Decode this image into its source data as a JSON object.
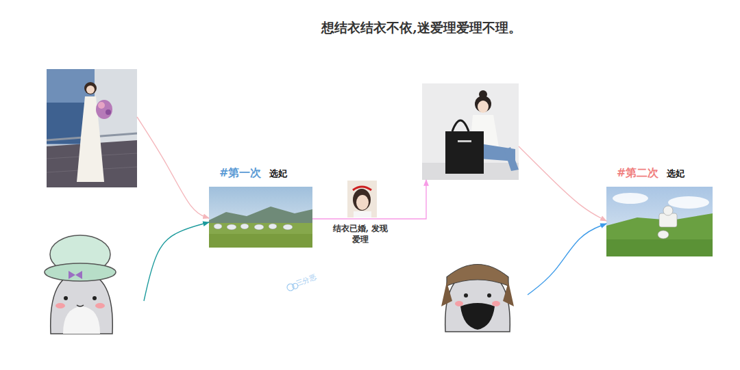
{
  "diagram": {
    "title": "想结衣结衣不依,迷爱理爱理不理。",
    "nodes": [
      {
        "text": []
      },
      {
        "text": []
      },
      {
        "text": [
          "#第一次",
          "选妃"
        ]
      },
      {
        "text": []
      },
      {
        "text": []
      },
      {
        "text": [
          "#第二次",
          "选妃"
        ]
      }
    ],
    "edges": [
      {
        "from": 0,
        "to": 2,
        "arrow": "to"
      },
      {
        "from": 1,
        "to": 2,
        "arrow": "to"
      },
      {
        "from": 2,
        "to": 3,
        "label": "结衣已婚, 发现爱理",
        "arrow": "to"
      },
      {
        "from": 3,
        "to": 5,
        "arrow": "to"
      },
      {
        "from": 4,
        "to": 5,
        "arrow": "to"
      }
    ],
    "labels": [
      "三分恶"
    ]
  }
}
